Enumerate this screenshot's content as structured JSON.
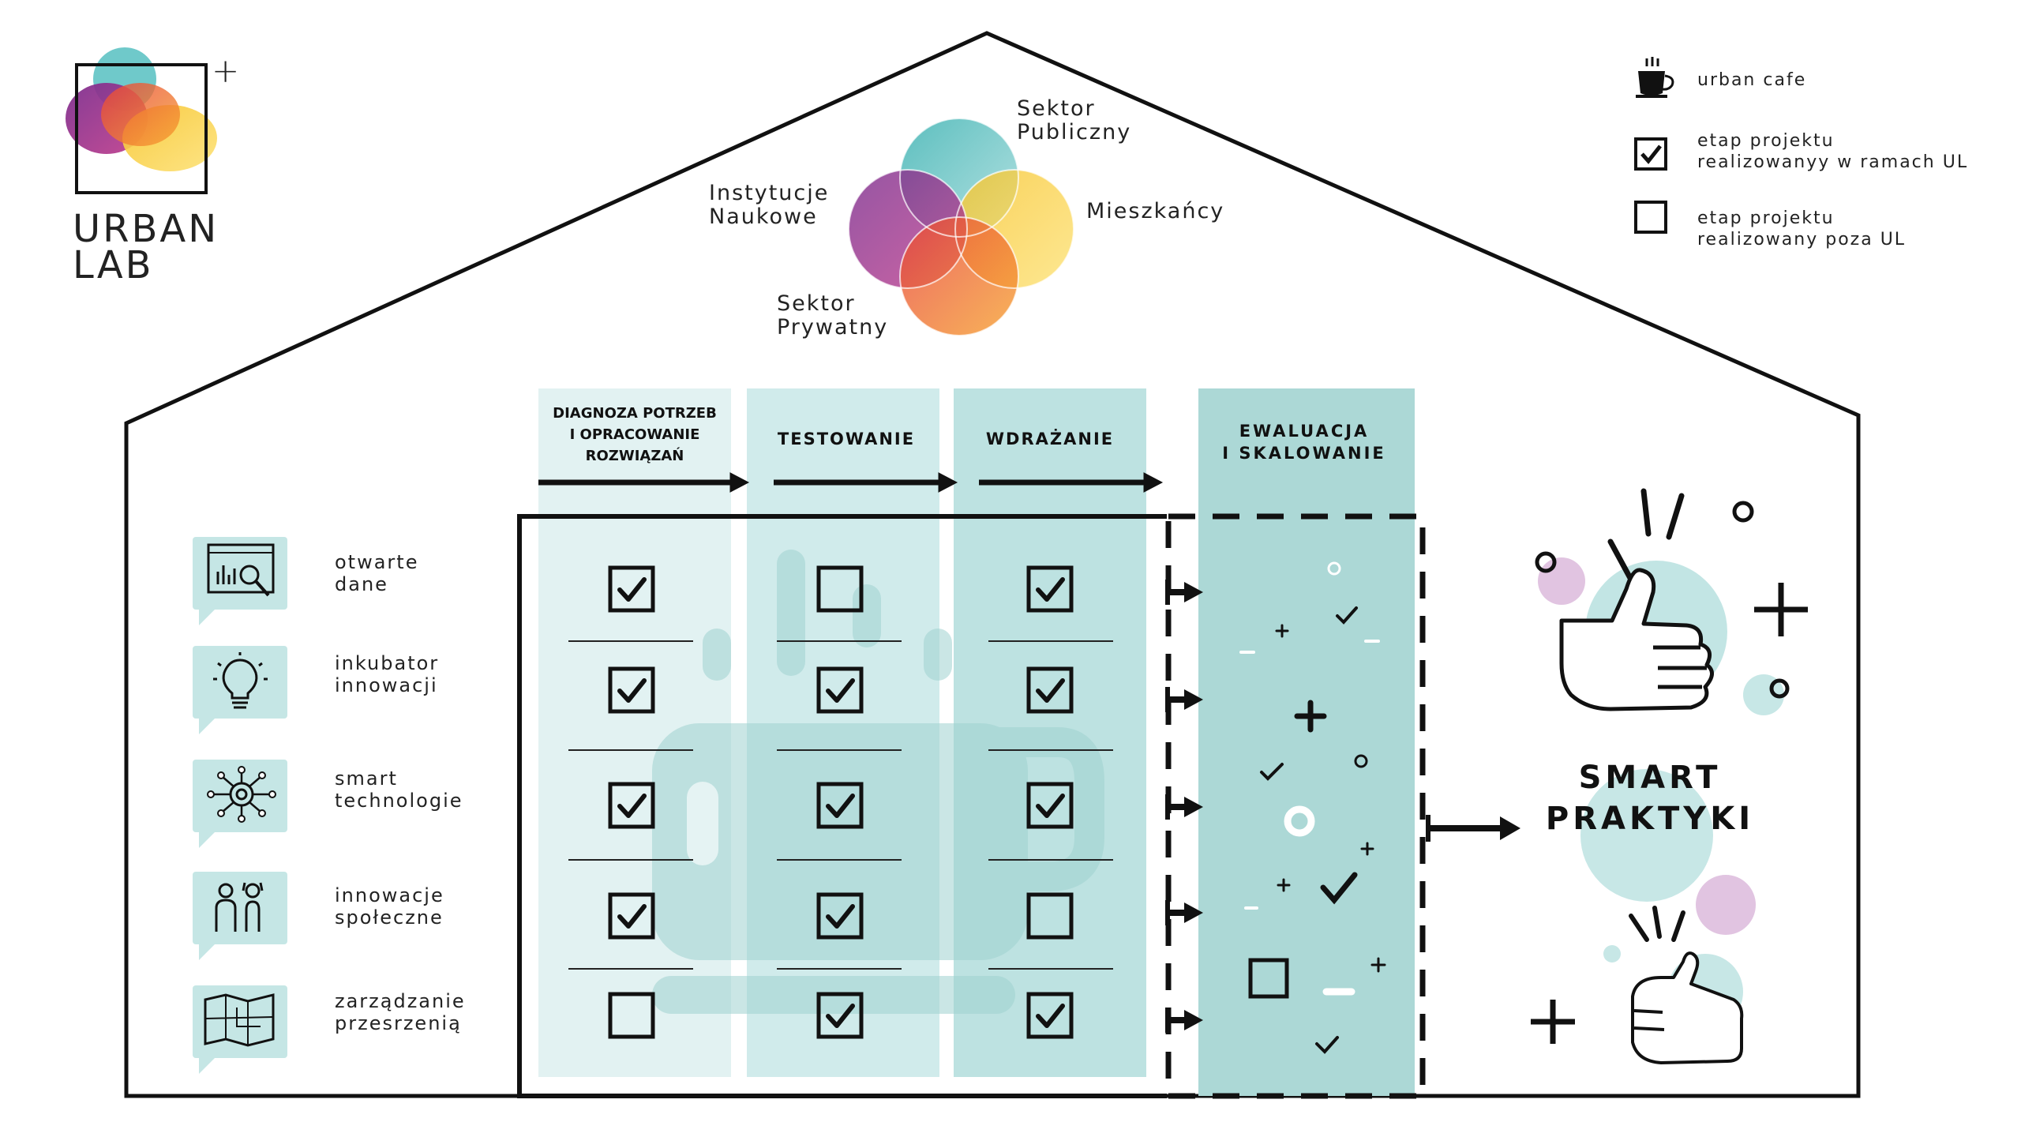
{
  "logo": {
    "line1": "URBAN",
    "line2": "LAB",
    "plus": "+"
  },
  "venn": {
    "top_line1": "Sektor",
    "top_line2": "Publiczny",
    "left_line1": "Instytucje",
    "left_line2": "Naukowe",
    "right": "Mieszkańcy",
    "bottom_line1": "Sektor",
    "bottom_line2": "Prywatny"
  },
  "legend": {
    "cafe": "urban cafe",
    "inside_line1": "etap projektu",
    "inside_line2": "realizowanyy w ramach UL",
    "outside_line1": "etap projektu",
    "outside_line2": "realizowany poza UL"
  },
  "columns": [
    {
      "lines": [
        "DIAGNOZA POTRZEB",
        "I OPRACOWANIE",
        "ROZWIĄZAŃ"
      ],
      "checks": [
        true,
        true,
        true,
        true,
        false
      ]
    },
    {
      "lines": [
        "TESTOWANIE"
      ],
      "checks": [
        false,
        true,
        true,
        true,
        true
      ]
    },
    {
      "lines": [
        "WDRAŻANIE"
      ],
      "checks": [
        true,
        true,
        true,
        false,
        true
      ]
    }
  ],
  "eval_column": {
    "line1": "EWALUACJA",
    "line2": "I SKALOWANIE"
  },
  "rows": [
    {
      "icon": "open-data-icon",
      "line1": "otwarte",
      "line2": "dane"
    },
    {
      "icon": "lightbulb-icon",
      "line1": "inkubator",
      "line2": "innowacji"
    },
    {
      "icon": "network-gear-icon",
      "line1": "smart",
      "line2": "technologie"
    },
    {
      "icon": "people-icon",
      "line1": "innowacje",
      "line2": "społeczne"
    },
    {
      "icon": "map-icon",
      "line1": "zarządzanie",
      "line2": "przesrzenią"
    }
  ],
  "result": {
    "line1": "SMART",
    "line2": "PRAKTYKI"
  },
  "colors": {
    "teal_light": "#dff1f1",
    "teal_mid": "#c8e8e8",
    "teal_dark": "#b2dcdb",
    "teal_accent": "#a8d8d6",
    "purple_light": "#dcc0dc",
    "outline": "#111111"
  }
}
